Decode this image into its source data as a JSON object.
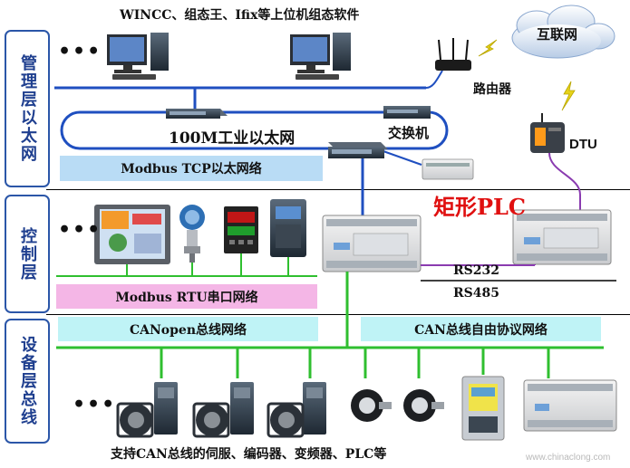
{
  "layers": {
    "management": "管理层以太网",
    "control": "控制层",
    "device": "设备层总线"
  },
  "labels": {
    "software": "WINCC、组态王、Ifix等上位机组态软件",
    "internet": "互联网",
    "router": "路由器",
    "ethernet": "100M工业以太网",
    "switch": "交换机",
    "dtu": "DTU",
    "modbus_tcp": "Modbus TCP以太网络",
    "plc": "矩形PLC",
    "rs232": "RS232",
    "rs485": "RS485",
    "modbus_rtu": "Modbus RTU串口网络",
    "canopen": "CANopen总线网络",
    "can_free": "CAN总线自由协议网络",
    "devices": "支持CAN总线的伺服、编码器、变频器、PLC等",
    "ellipsis": "•••",
    "watermark": "www.chinaclong.com"
  },
  "colors": {
    "layer_border": "#2b56a8",
    "bus_blue": "#1f4fc0",
    "bus_green": "#2fbf2f",
    "modbus_tcp_band": "#b9dcf5",
    "modbus_rtu_band": "#f4b6e6",
    "can_band": "#bff3f6",
    "plc_label": "#e01010",
    "dtu_cable": "#8a3bb0"
  }
}
